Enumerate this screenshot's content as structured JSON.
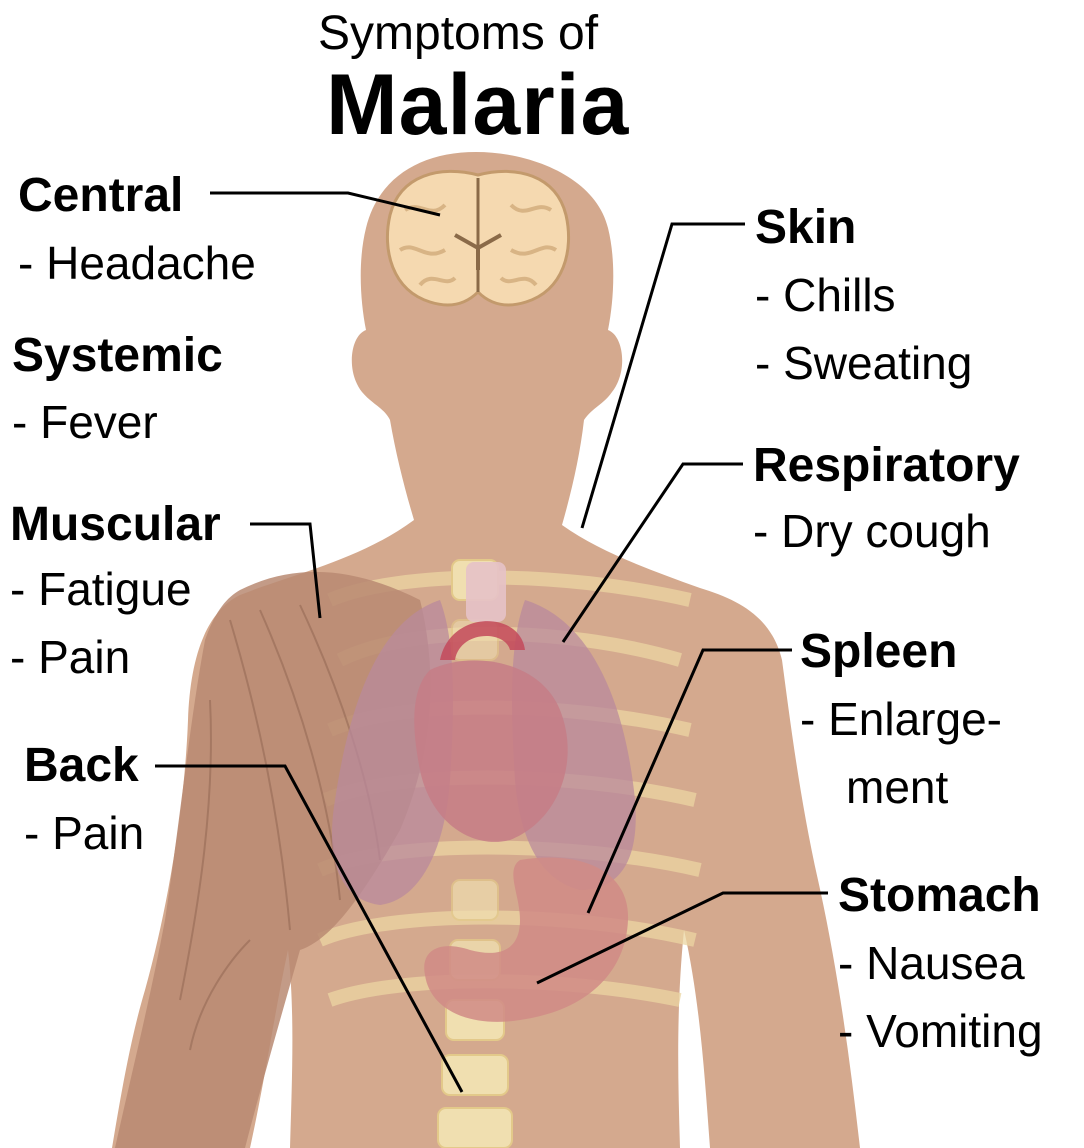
{
  "title": {
    "line1": "Symptoms of",
    "line2": "Malaria"
  },
  "labels": {
    "central": {
      "heading": "Central",
      "items": [
        "- Headache"
      ]
    },
    "systemic": {
      "heading": "Systemic",
      "items": [
        "- Fever"
      ]
    },
    "muscular": {
      "heading": "Muscular",
      "items": [
        "- Fatigue",
        "- Pain"
      ]
    },
    "back": {
      "heading": "Back",
      "items": [
        "- Pain"
      ]
    },
    "skin": {
      "heading": "Skin",
      "items": [
        "- Chills",
        "- Sweating"
      ]
    },
    "respiratory": {
      "heading": "Respiratory",
      "items": [
        "- Dry cough"
      ]
    },
    "spleen": {
      "heading": "Spleen",
      "items": [
        "- Enlarge-",
        "ment"
      ]
    },
    "stomach": {
      "heading": "Stomach",
      "items": [
        "- Nausea",
        "- Vomiting"
      ]
    }
  },
  "colors": {
    "body": "#d4a98e",
    "brain": "#f5d9b0",
    "muscle": "#b88a72",
    "lungs": "#b98a9c",
    "heart": "#c57c86",
    "stomach": "#d08b86",
    "spine": "#f0dfb0",
    "ribs": "#ecd6a2",
    "leader": "#000000"
  }
}
